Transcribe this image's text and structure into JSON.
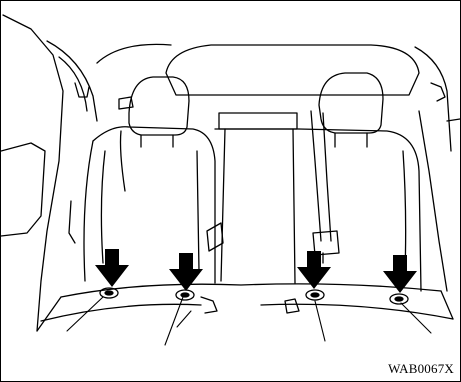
{
  "figure": {
    "caption_code": "WAB0067X",
    "subject_icon": "rear-seat-anchor-illustration",
    "marker_icon": "down-arrow-icon",
    "marker_count": 4,
    "line_color": "#000000",
    "background_color": "#ffffff"
  }
}
